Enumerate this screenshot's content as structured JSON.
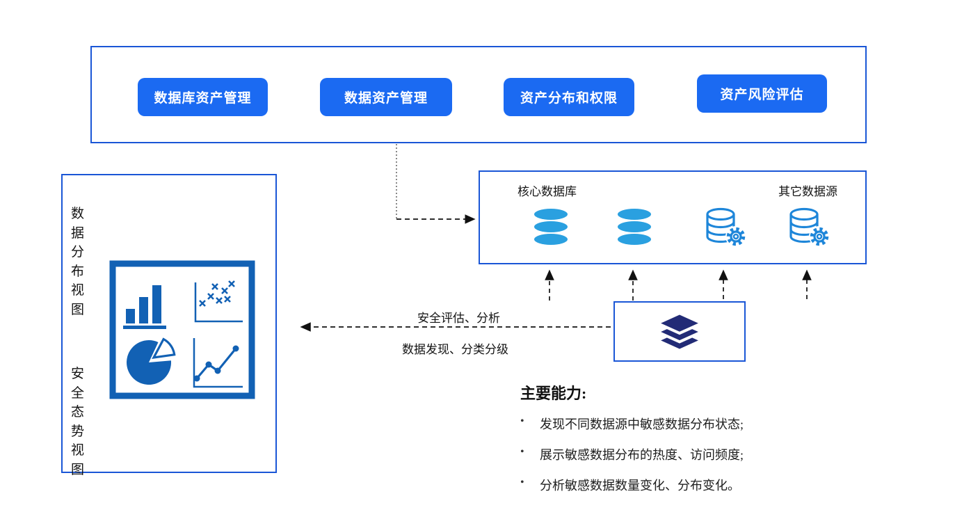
{
  "top_panel": {
    "buttons": [
      "数据库资产管理",
      "数据资产管理",
      "资产分布和权限",
      "资产风险评估"
    ]
  },
  "views_panel": {
    "label_top": "数据分布视图",
    "label_bottom": "安全态势视图"
  },
  "datasource_panel": {
    "label_core": "核心数据库",
    "label_other": "其它数据源"
  },
  "flow_labels": {
    "line1": "安全评估、分析",
    "line2": "数据发现、分类分级"
  },
  "capabilities": {
    "title": "主要能力:",
    "bullet": "•",
    "items": [
      "发现不同数据源中敏感数据分布状态;",
      "展示敏感数据分布的热度、访问频度;",
      "分析敏感数据数量变化、分布变化。"
    ]
  },
  "colors": {
    "panel_border": "#1A56D6",
    "button_bg": "#1B6AF2",
    "button_text": "#FFFFFF",
    "db_solid": "#2AA0E0",
    "db_outline": "#1E86D9",
    "chart_blue": "#1261B4",
    "layers_navy": "#222B76",
    "arrow": "#111111"
  }
}
